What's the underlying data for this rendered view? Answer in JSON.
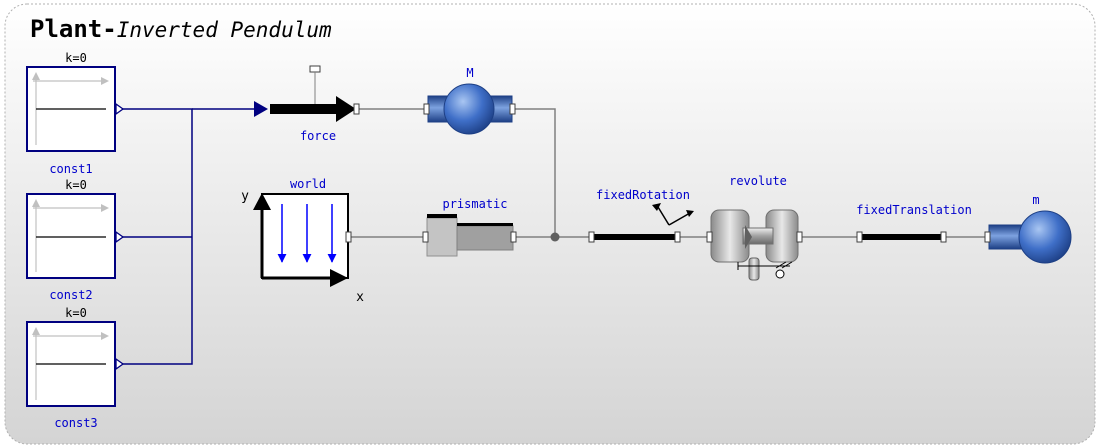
{
  "diagram": {
    "title_bold": "Plant-",
    "title_italic": "Inverted Pendulum",
    "constants": [
      {
        "name": "const1",
        "param": "k=0"
      },
      {
        "name": "const2",
        "param": "k=0"
      },
      {
        "name": "const3",
        "param": "k=0"
      }
    ],
    "force_label": "force",
    "motor_label": "M",
    "world_label": "world",
    "world_axis_y": "y",
    "world_axis_x": "x",
    "prismatic_label": "prismatic",
    "fixed_rotation_label": "fixedRotation",
    "revolute_label": "revolute",
    "fixed_translation_label": "fixedTranslation",
    "mass_label": "m",
    "colors": {
      "signal_wire": "#000080",
      "mech_wire": "#808080",
      "label": "#0000cc",
      "gravity_arrow": "#0000ff"
    }
  }
}
